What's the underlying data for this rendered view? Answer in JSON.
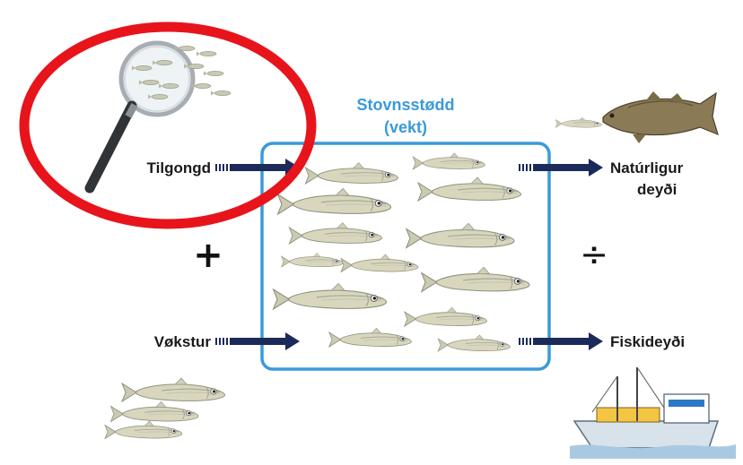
{
  "diagram": {
    "title_line1": "Stovnsstødd",
    "title_line2": "(vekt)",
    "inputs": {
      "recruitment": "Tilgongd",
      "growth": "Vøkstur"
    },
    "outputs": {
      "natural_mortality_line1": "Natúrligur",
      "natural_mortality_line2": "deyði",
      "fishing_mortality": "Fiskideyði"
    },
    "operators": {
      "plus": "+",
      "minus": "÷"
    }
  },
  "colors": {
    "stock_box": "#3a9ad9",
    "title": "#3a9ad9",
    "arrow": "#1b2a5a",
    "highlight_circle": "#e8141b",
    "text": "#1a1a1a"
  },
  "icons": [
    "magnifier-icon",
    "fish-school-icon",
    "cod-icon",
    "fishing-boat-icon"
  ]
}
